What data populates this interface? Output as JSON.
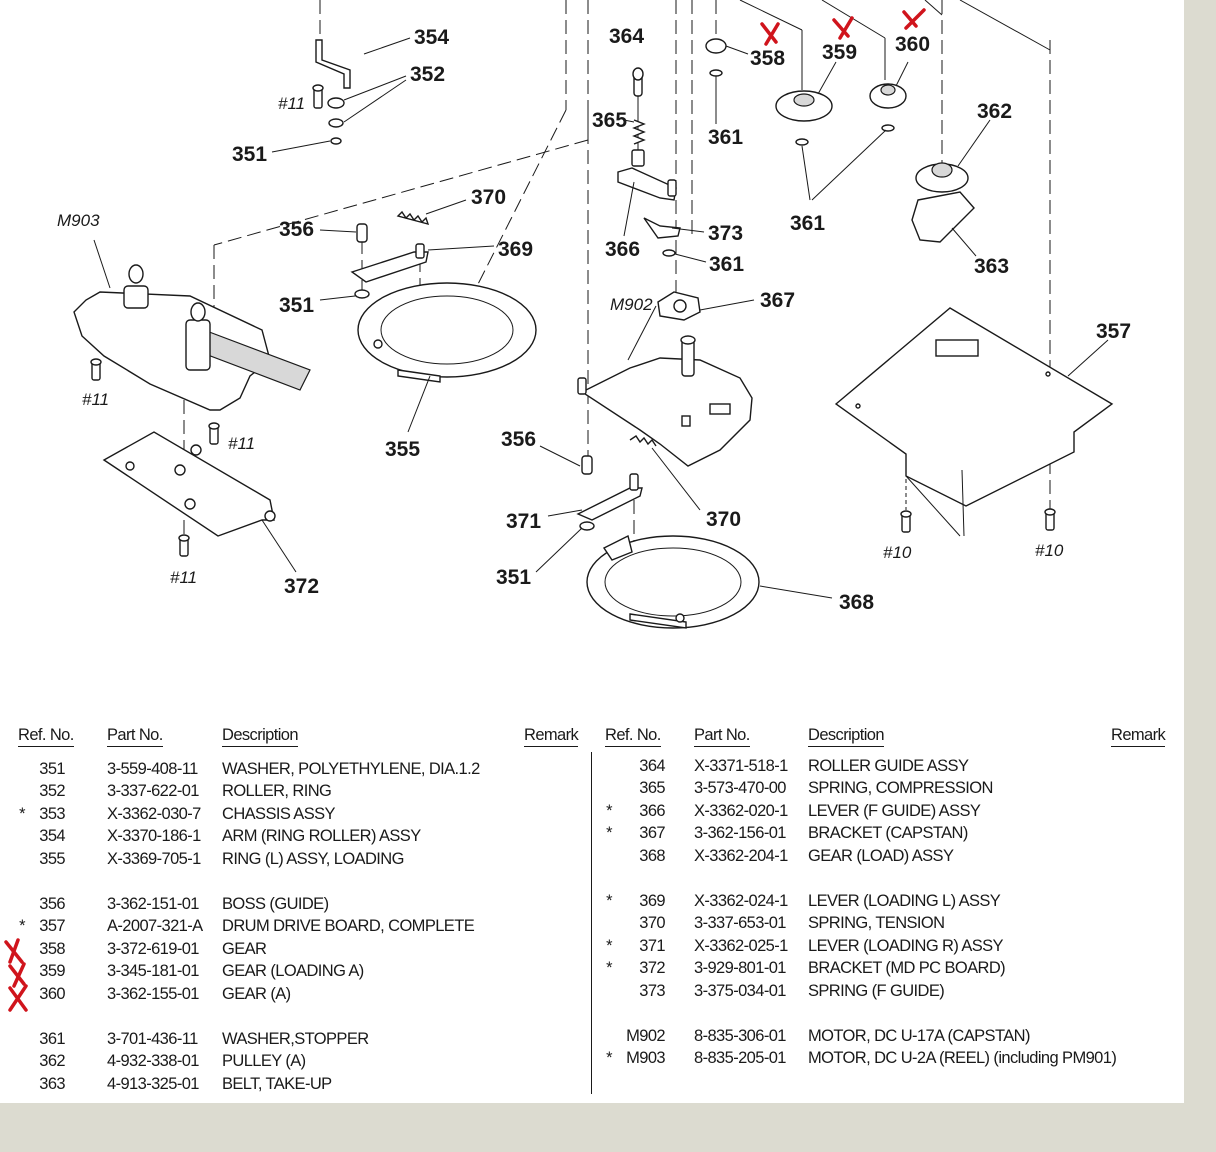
{
  "diagram": {
    "callouts": [
      "354",
      "352",
      "351",
      "356",
      "370",
      "369",
      "351",
      "355",
      "364",
      "365",
      "361",
      "366",
      "373",
      "361",
      "367",
      "358",
      "359",
      "360",
      "362",
      "361",
      "363",
      "357",
      "356",
      "370",
      "371",
      "351",
      "368",
      "372"
    ],
    "labels": {
      "m903": "M903",
      "m902": "M902",
      "screw11_a": "#11",
      "screw11_b": "#11",
      "screw11_c": "#11",
      "screw11_d": "#11",
      "screw10_a": "#10",
      "screw10_b": "#10"
    },
    "marked_callouts": [
      "358",
      "359",
      "360"
    ],
    "mark_color": "#d0141c"
  },
  "table": {
    "headers": {
      "ref": "Ref. No.",
      "part": "Part No.",
      "desc": "Description",
      "remark": "Remark"
    },
    "left_rows": [
      {
        "star": "",
        "ref": "351",
        "part": "3-559-408-11",
        "desc": "WASHER, POLYETHYLENE, DIA.1.2"
      },
      {
        "star": "",
        "ref": "352",
        "part": "3-337-622-01",
        "desc": "ROLLER, RING"
      },
      {
        "star": "*",
        "ref": "353",
        "part": "X-3362-030-7",
        "desc": "CHASSIS ASSY"
      },
      {
        "star": "",
        "ref": "354",
        "part": "X-3370-186-1",
        "desc": "ARM (RING ROLLER) ASSY"
      },
      {
        "star": "",
        "ref": "355",
        "part": "X-3369-705-1",
        "desc": "RING (L) ASSY, LOADING"
      },
      {
        "star": "",
        "ref": "356",
        "part": "3-362-151-01",
        "desc": "BOSS (GUIDE)"
      },
      {
        "star": "*",
        "ref": "357",
        "part": "A-2007-321-A",
        "desc": "DRUM DRIVE BOARD, COMPLETE"
      },
      {
        "star": "",
        "ref": "358",
        "part": "3-372-619-01",
        "desc": "GEAR"
      },
      {
        "star": "",
        "ref": "359",
        "part": "3-345-181-01",
        "desc": "GEAR (LOADING A)"
      },
      {
        "star": "",
        "ref": "360",
        "part": "3-362-155-01",
        "desc": "GEAR (A)"
      },
      {
        "star": "",
        "ref": "361",
        "part": "3-701-436-11",
        "desc": "WASHER,STOPPER"
      },
      {
        "star": "",
        "ref": "362",
        "part": "4-932-338-01",
        "desc": "PULLEY (A)"
      },
      {
        "star": "",
        "ref": "363",
        "part": "4-913-325-01",
        "desc": "BELT, TAKE-UP"
      }
    ],
    "right_rows": [
      {
        "star": "",
        "ref": "364",
        "part": "X-3371-518-1",
        "desc": "ROLLER GUIDE ASSY"
      },
      {
        "star": "",
        "ref": "365",
        "part": "3-573-470-00",
        "desc": "SPRING, COMPRESSION"
      },
      {
        "star": "*",
        "ref": "366",
        "part": "X-3362-020-1",
        "desc": "LEVER (F GUIDE) ASSY"
      },
      {
        "star": "*",
        "ref": "367",
        "part": "3-362-156-01",
        "desc": "BRACKET (CAPSTAN)"
      },
      {
        "star": "",
        "ref": "368",
        "part": "X-3362-204-1",
        "desc": "GEAR (LOAD) ASSY"
      },
      {
        "star": "*",
        "ref": "369",
        "part": "X-3362-024-1",
        "desc": "LEVER (LOADING L) ASSY"
      },
      {
        "star": "",
        "ref": "370",
        "part": "3-337-653-01",
        "desc": "SPRING, TENSION"
      },
      {
        "star": "*",
        "ref": "371",
        "part": "X-3362-025-1",
        "desc": "LEVER (LOADING R) ASSY"
      },
      {
        "star": "*",
        "ref": "372",
        "part": "3-929-801-01",
        "desc": "BRACKET (MD PC BOARD)"
      },
      {
        "star": "",
        "ref": "373",
        "part": "3-375-034-01",
        "desc": "SPRING (F GUIDE)"
      },
      {
        "star": "",
        "ref": "M902",
        "part": "8-835-306-01",
        "desc": "MOTOR, DC U-17A (CAPSTAN)"
      },
      {
        "star": "*",
        "ref": "M903",
        "part": "8-835-205-01",
        "desc": "MOTOR, DC U-2A (REEL) (including PM901)"
      }
    ]
  }
}
